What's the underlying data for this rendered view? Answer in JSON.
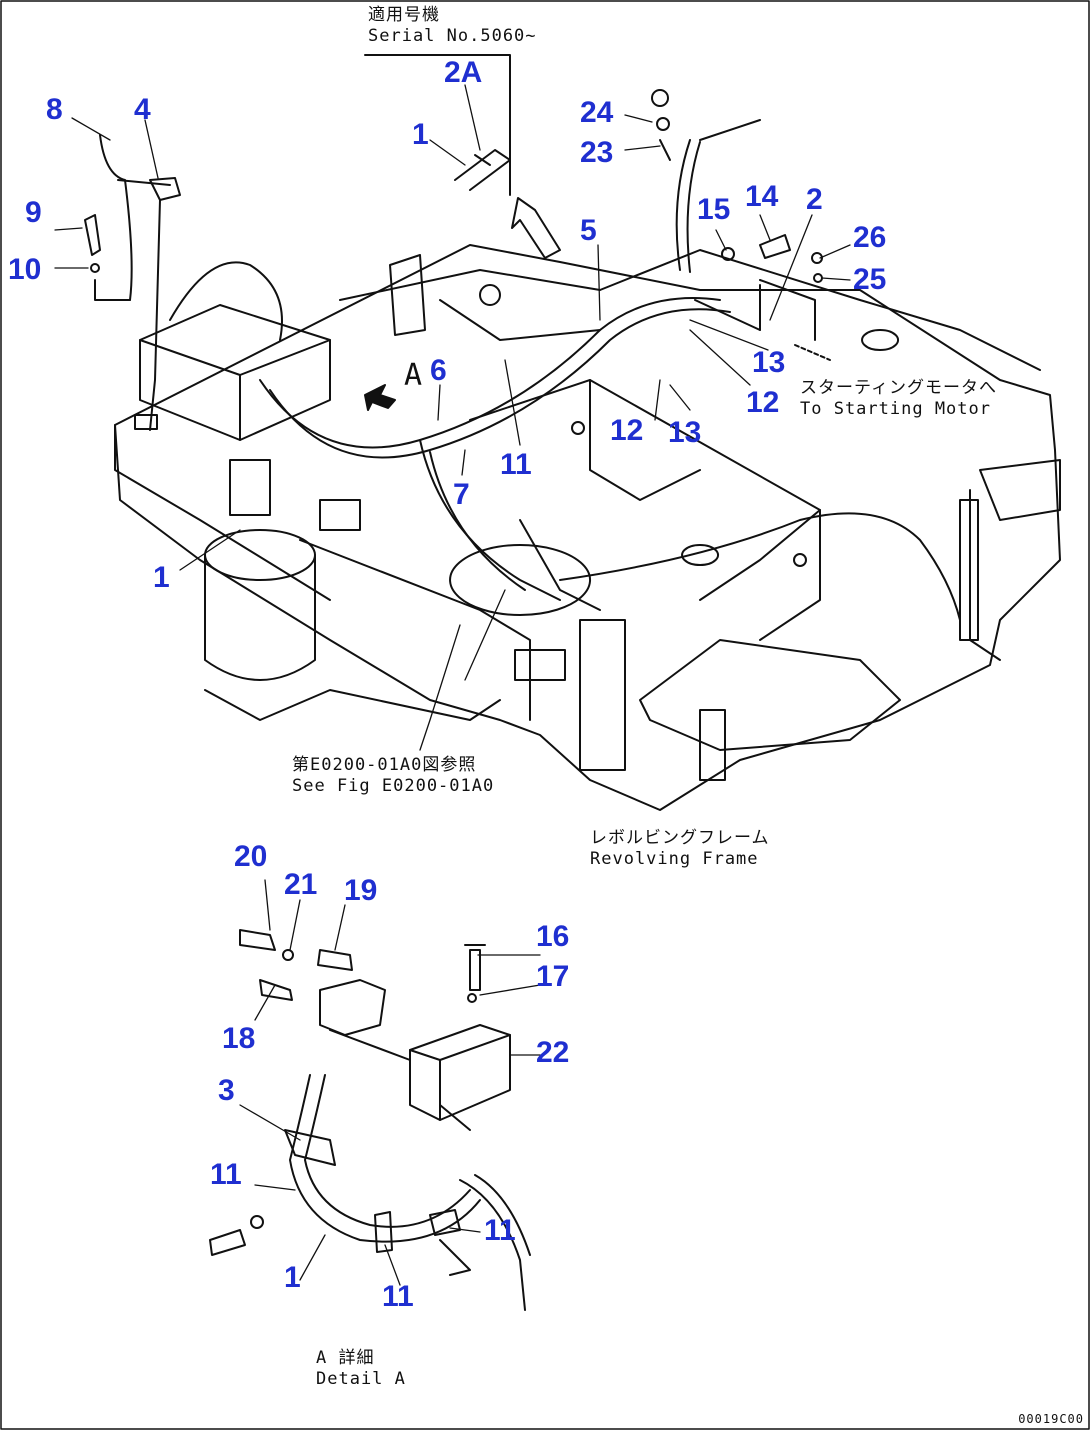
{
  "diagram": {
    "document_code": "00019C00",
    "view_marker": "A",
    "notes": {
      "serial_jp": "適用号機",
      "serial_en": "Serial No.5060~",
      "starting_jp": "スターティングモータへ",
      "starting_en": "To Starting Motor",
      "seefig_jp": "第E0200-01A0図参照",
      "seefig_en": "See Fig E0200-01A0",
      "frame_jp": "レボルビングフレーム",
      "frame_en": "Revolving Frame",
      "detail_jp": "A 詳細",
      "detail_en": "Detail A"
    },
    "callouts": {
      "c8": "8",
      "c4": "4",
      "c9": "9",
      "c10": "10",
      "c2A": "2A",
      "c1a": "1",
      "c24": "24",
      "c23": "23",
      "c5": "5",
      "c15": "15",
      "c14": "14",
      "c2": "2",
      "c26": "26",
      "c25": "25",
      "c13a": "13",
      "c12a": "12",
      "c12b": "12",
      "c13b": "13",
      "c6": "6",
      "c7": "7",
      "c11a": "11",
      "c1b": "1",
      "c20": "20",
      "c21": "21",
      "c19": "19",
      "c16": "16",
      "c17": "17",
      "c18": "18",
      "c22": "22",
      "c3": "3",
      "c11b": "11",
      "c11c": "11",
      "c11d": "11",
      "c1c": "1"
    },
    "colors": {
      "callout": "#1f2fd0",
      "line": "#111111"
    }
  }
}
